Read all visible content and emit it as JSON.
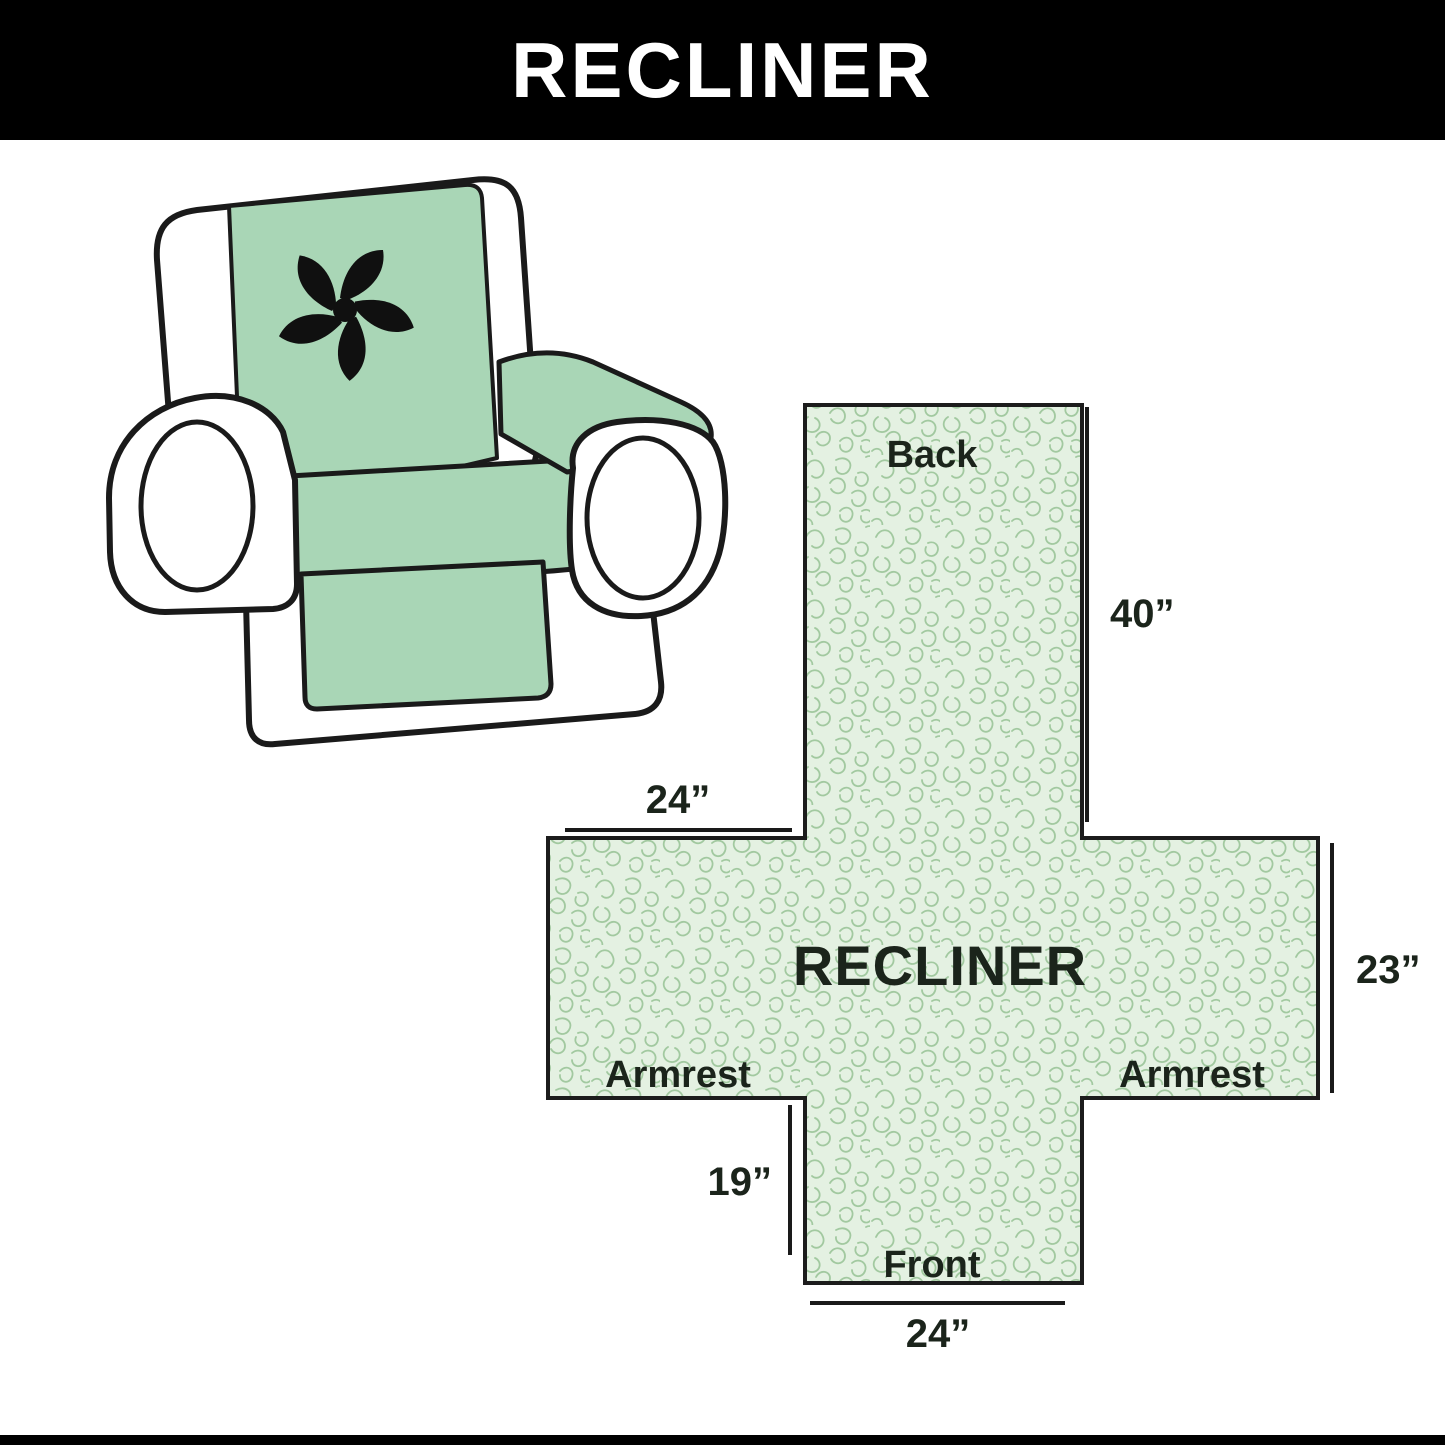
{
  "header": {
    "title": "RECLINER"
  },
  "illustration": {
    "alt": "recliner armchair with protective cover",
    "cover_color": "#a9d6b6",
    "outline_color": "#1a1a1a",
    "logo_icon": "pinwheel"
  },
  "diagram": {
    "center_label": "RECLINER",
    "back_label": "Back",
    "front_label": "Front",
    "armrest_left_label": "Armrest",
    "armrest_right_label": "Armrest",
    "dims": {
      "back_height": "40”",
      "top_width": "24”",
      "side_height": "23”",
      "front_height": "19”",
      "front_width": "24”"
    },
    "fill_color": "#e4f1e2",
    "texture_color": "#a2c9a0",
    "outline_color": "#1c1c1c"
  }
}
